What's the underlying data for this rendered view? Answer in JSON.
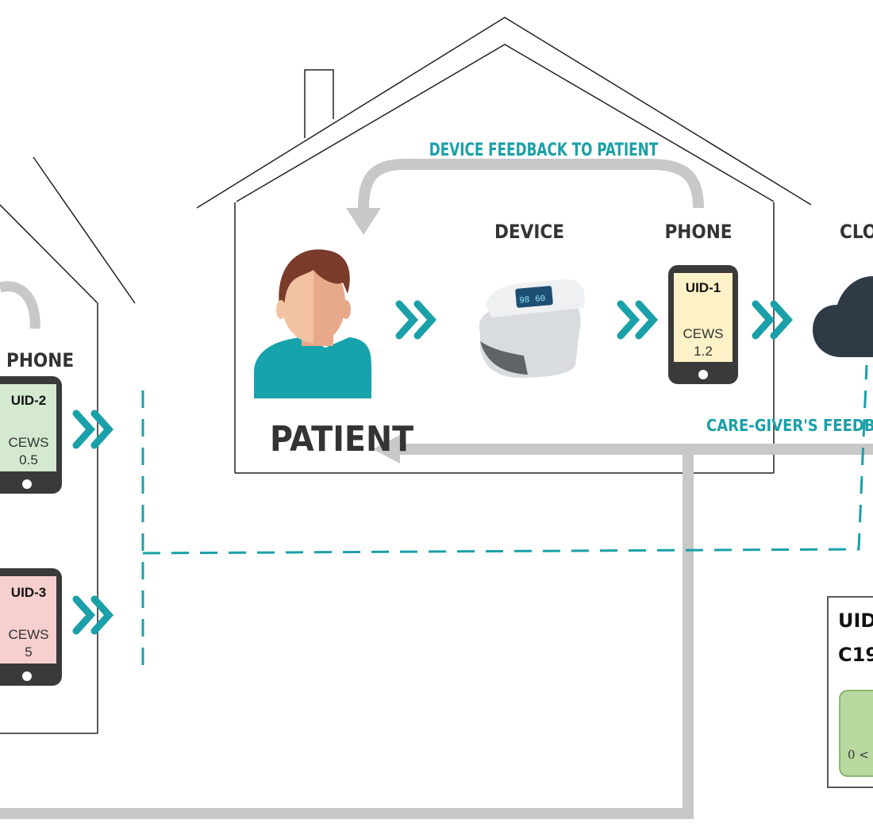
{
  "labels": {
    "device_feedback": "DEVICE FEEDBACK TO PATIENT",
    "device": "DEVICE",
    "phone": "PHONE",
    "phone_left": "PHONE",
    "cloud": "CLOU",
    "patient": "PATIENT",
    "caregiver_feedback": "CARE-GIVER'S FEEDBACK"
  },
  "phones": [
    {
      "uid": "UID-1",
      "cews_label": "CEWS",
      "cews_value": "1.2",
      "color": "#fdf1c7"
    },
    {
      "uid": "UID-2",
      "cews_label": "CEWS",
      "cews_value": "0.5",
      "color": "#d4e9cf"
    },
    {
      "uid": "UID-3",
      "cews_label": "CEWS",
      "cews_value": "5",
      "color": "#f6cfcf"
    }
  ],
  "info_box": {
    "line1": "UID",
    "line2": "C19",
    "range": "0 <"
  },
  "colors": {
    "teal": "#1aa0a8",
    "gray_arrow": "#c8c8c8",
    "cloud": "#2f3a47",
    "patient_shirt": "#16a3ab"
  }
}
